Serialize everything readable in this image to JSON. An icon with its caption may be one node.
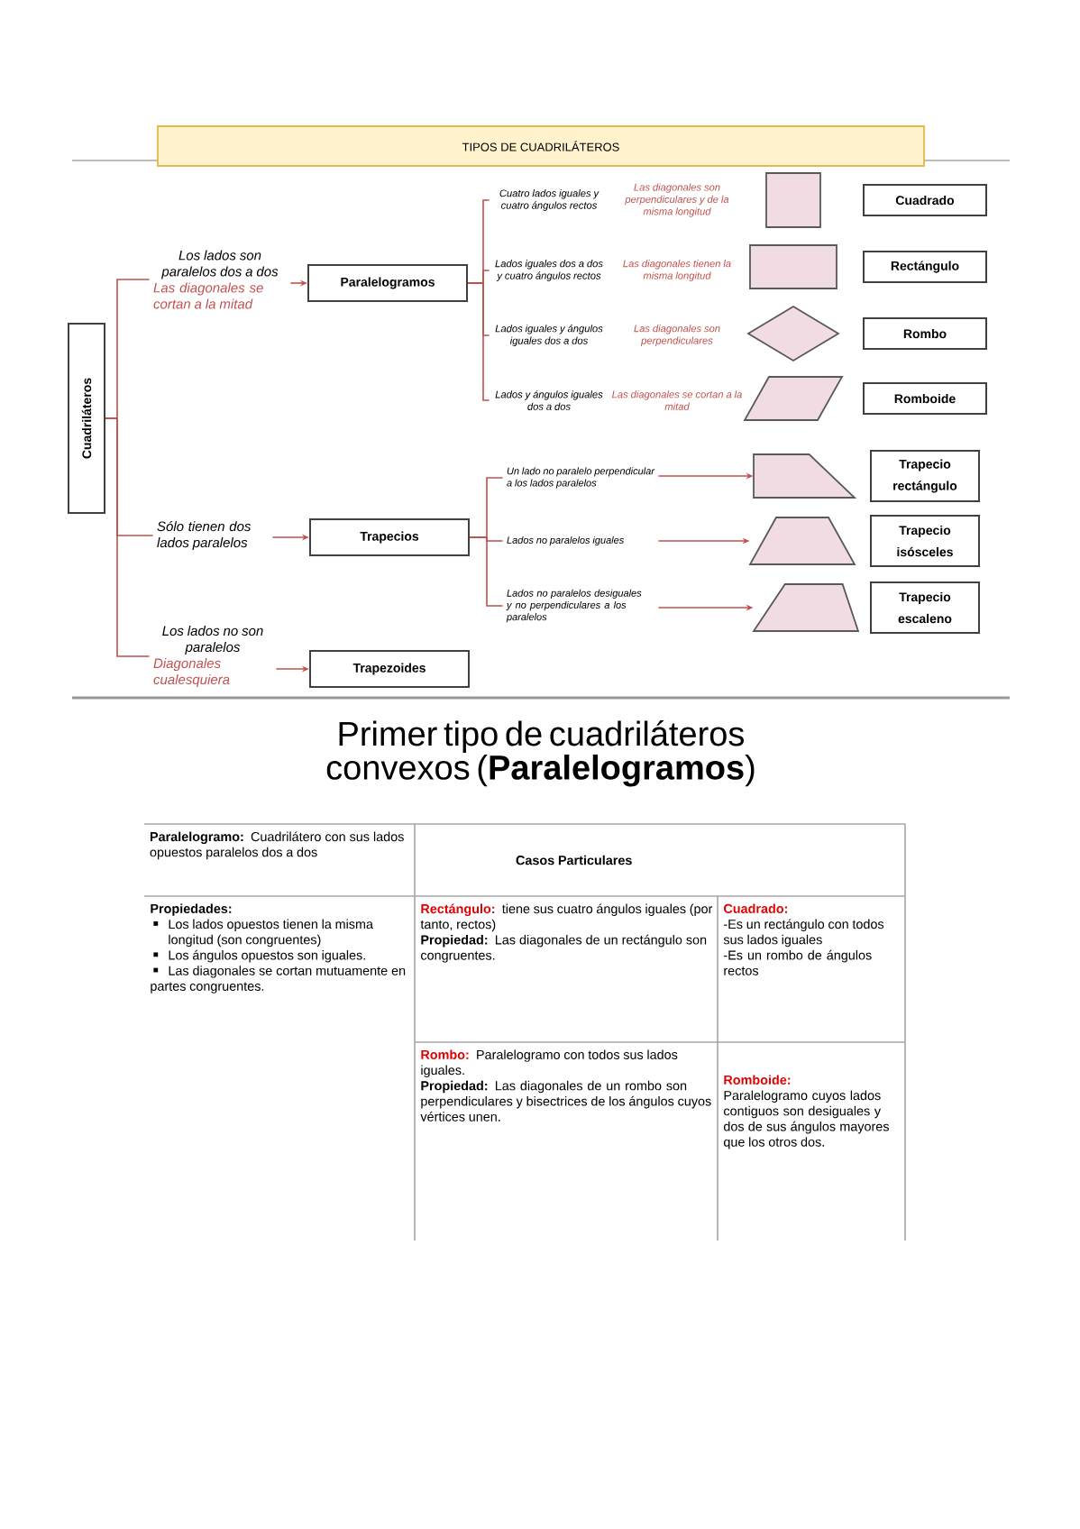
{
  "diagram": {
    "nodes": [
      {
        "text": [
          "TIPOS DE CUADRILÁTEROS"
        ]
      },
      {
        "text": [
          "Cuadriláteros"
        ]
      },
      {
        "text": [
          "Los lados son paralelos dos a dos",
          "Las diagonales se cortan a la mitad"
        ]
      },
      {
        "text": [
          "Paralelogramos"
        ]
      },
      {
        "text": [
          "Sólo tienen dos lados paralelos"
        ]
      },
      {
        "text": [
          "Trapecios"
        ]
      },
      {
        "text": [
          "Los lados no son paralelos",
          "Diagonales cualesquiera"
        ]
      },
      {
        "text": [
          "Trapezoides"
        ]
      },
      {
        "text": [
          "Cuatro lados iguales y cuatro ángulos rectos",
          "Las diagonales son perpendiculares y de la misma longitud"
        ]
      },
      {
        "text": [],
        "shape": "box"
      },
      {
        "text": [
          "Cuadrado"
        ]
      },
      {
        "text": [
          "Lados iguales dos a dos y cuatro ángulos rectos",
          "Las diagonales tienen la misma longitud"
        ]
      },
      {
        "text": [],
        "shape": "box"
      },
      {
        "text": [
          "Rectángulo"
        ]
      },
      {
        "text": [
          "Lados iguales y ángulos iguales dos a dos",
          "Las diagonales son perpendiculares"
        ]
      },
      {
        "text": [],
        "shape": "diamond"
      },
      {
        "text": [
          "Rombo"
        ]
      },
      {
        "text": [
          "Lados y ángulos iguales dos a dos",
          "Las diagonales se cortan a la mitad"
        ]
      },
      {
        "text": [],
        "shape": "parallelogram"
      },
      {
        "text": [
          "Romboide"
        ]
      },
      {
        "text": [
          "Un lado no paralelo perpendicular a los lados paralelos"
        ]
      },
      {
        "text": [],
        "shape": "trapezoid"
      },
      {
        "text": [
          "Trapecio rectángulo"
        ]
      },
      {
        "text": [
          "Lados no paralelos iguales"
        ]
      },
      {
        "text": [],
        "shape": "trapezoid"
      },
      {
        "text": [
          "Trapecio isósceles"
        ]
      },
      {
        "text": [
          "Lados no paralelos desiguales y no perpendiculares a los paralelos"
        ]
      },
      {
        "text": [],
        "shape": "trapezoid"
      },
      {
        "text": [
          "Trapecio escaleno"
        ]
      }
    ],
    "edges": [
      {
        "from": 1,
        "to": 2,
        "arrow": "none"
      },
      {
        "from": 1,
        "to": 4,
        "arrow": "none"
      },
      {
        "from": 1,
        "to": 6,
        "arrow": "none"
      },
      {
        "from": 2,
        "to": 3,
        "arrow": "to"
      },
      {
        "from": 4,
        "to": 5,
        "arrow": "to"
      },
      {
        "from": 6,
        "to": 7,
        "arrow": "to"
      },
      {
        "from": 3,
        "to": 8,
        "arrow": "none"
      },
      {
        "from": 3,
        "to": 11,
        "arrow": "none"
      },
      {
        "from": 3,
        "to": 14,
        "arrow": "none"
      },
      {
        "from": 3,
        "to": 17,
        "arrow": "none"
      },
      {
        "from": 5,
        "to": 20,
        "arrow": "none"
      },
      {
        "from": 5,
        "to": 23,
        "arrow": "none"
      },
      {
        "from": 5,
        "to": 26,
        "arrow": "none"
      },
      {
        "from": 20,
        "to": 21,
        "arrow": "to"
      },
      {
        "from": 23,
        "to": 24,
        "arrow": "to"
      },
      {
        "from": 26,
        "to": 27,
        "arrow": "to"
      }
    ],
    "labels": [
      "Primer tipo de cuadriláteros convexos (**Paralelogramos**)",
      "**Paralelogramo:** Cuadrilátero con sus lados opuestos paralelos dos a dos",
      "Casos Particulares",
      "Propiedades:",
      "Los lados opuestos tienen la misma longitud (son congruentes)",
      "Los ángulos opuestos son iguales.",
      "Las diagonales se cortan mutuamente en partes congruentes.",
      "Rectángulo:",
      "tiene sus cuatro ángulos iguales (por tanto, rectos)",
      "**Propiedad:** Las diagonales de un rectángulo son congruentes.",
      "Cuadrado:",
      "-Es un rectángulo con todos sus lados iguales",
      "-Es un rombo de ángulos rectos",
      "Rombo:",
      "Paralelogramo con todos sus lados iguales.",
      "**Propiedad:** Las diagonales de un rombo son perpendiculares y bisectrices de los ángulos cuyos vértices unen.",
      "Romboide:",
      "Paralelogramo cuyos lados contiguos son desiguales y dos de sus ángulos mayores que los otros dos."
    ]
  }
}
